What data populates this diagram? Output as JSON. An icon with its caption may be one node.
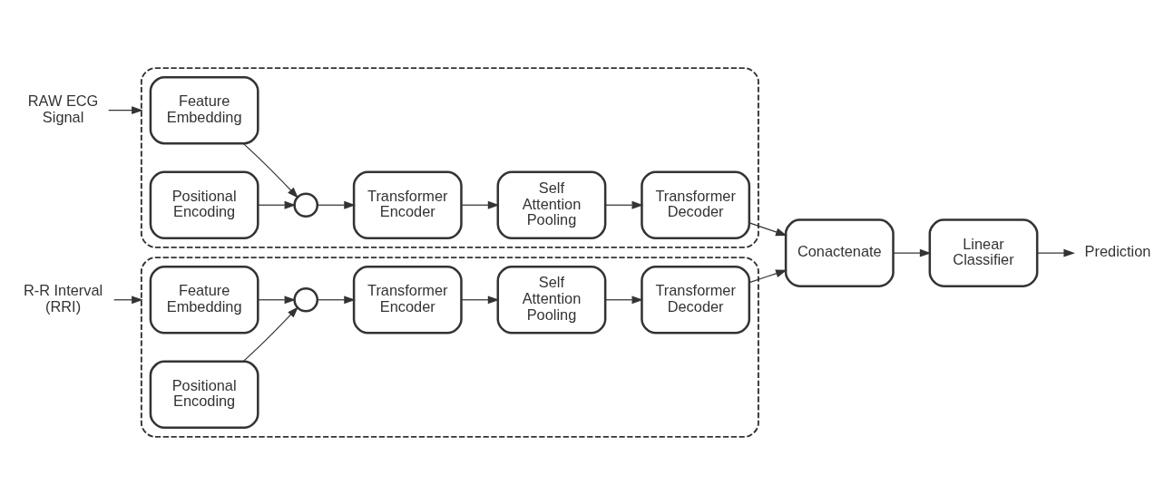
{
  "diagram": {
    "nodes": [
      {
        "text": [
          "RAW ECG Signal"
        ]
      },
      {
        "text": [],
        "shape": "box"
      },
      {
        "text": [
          "Feature Embedding"
        ],
        "in": 1
      },
      {
        "text": [
          "Positional Encoding"
        ],
        "in": 1
      },
      {
        "text": [],
        "shape": "circle",
        "in": 1
      },
      {
        "text": [
          "Transformer Encoder"
        ],
        "in": 1
      },
      {
        "text": [
          "Self Attention Pooling"
        ],
        "in": 1
      },
      {
        "text": [
          "Transformer Decoder"
        ],
        "in": 1
      },
      {
        "text": [
          "R-R Interval (RRI)"
        ]
      },
      {
        "text": [],
        "shape": "box"
      },
      {
        "text": [
          "Feature Embedding"
        ],
        "in": 9
      },
      {
        "text": [
          "Positional Encoding"
        ],
        "in": 9
      },
      {
        "text": [],
        "shape": "circle",
        "in": 9
      },
      {
        "text": [
          "Transformer Encoder"
        ],
        "in": 9
      },
      {
        "text": [
          "Self Attention Pooling"
        ],
        "in": 9
      },
      {
        "text": [
          "Transformer Decoder"
        ],
        "in": 9
      },
      {
        "text": [
          "Conactenate"
        ]
      },
      {
        "text": [
          "Linear Classifier"
        ]
      },
      {
        "text": [
          "Prediction"
        ]
      }
    ],
    "edges": [
      {
        "from": 0,
        "to": 1,
        "arrow": "to"
      },
      {
        "from": 2,
        "to": 4,
        "arrow": "to"
      },
      {
        "from": 3,
        "to": 4,
        "arrow": "to"
      },
      {
        "from": 4,
        "to": 5,
        "arrow": "to"
      },
      {
        "from": 5,
        "to": 6,
        "arrow": "to"
      },
      {
        "from": 6,
        "to": 7,
        "arrow": "to"
      },
      {
        "from": 7,
        "to": 16,
        "arrow": "to"
      },
      {
        "from": 8,
        "to": 9,
        "arrow": "to"
      },
      {
        "from": 10,
        "to": 12,
        "arrow": "to"
      },
      {
        "from": 11,
        "to": 12,
        "arrow": "to"
      },
      {
        "from": 12,
        "to": 13,
        "arrow": "to"
      },
      {
        "from": 13,
        "to": 14,
        "arrow": "to"
      },
      {
        "from": 14,
        "to": 15,
        "arrow": "to"
      },
      {
        "from": 15,
        "to": 16,
        "arrow": "to"
      },
      {
        "from": 16,
        "to": 17,
        "arrow": "to"
      },
      {
        "from": 17,
        "to": 18,
        "arrow": "to"
      }
    ]
  }
}
